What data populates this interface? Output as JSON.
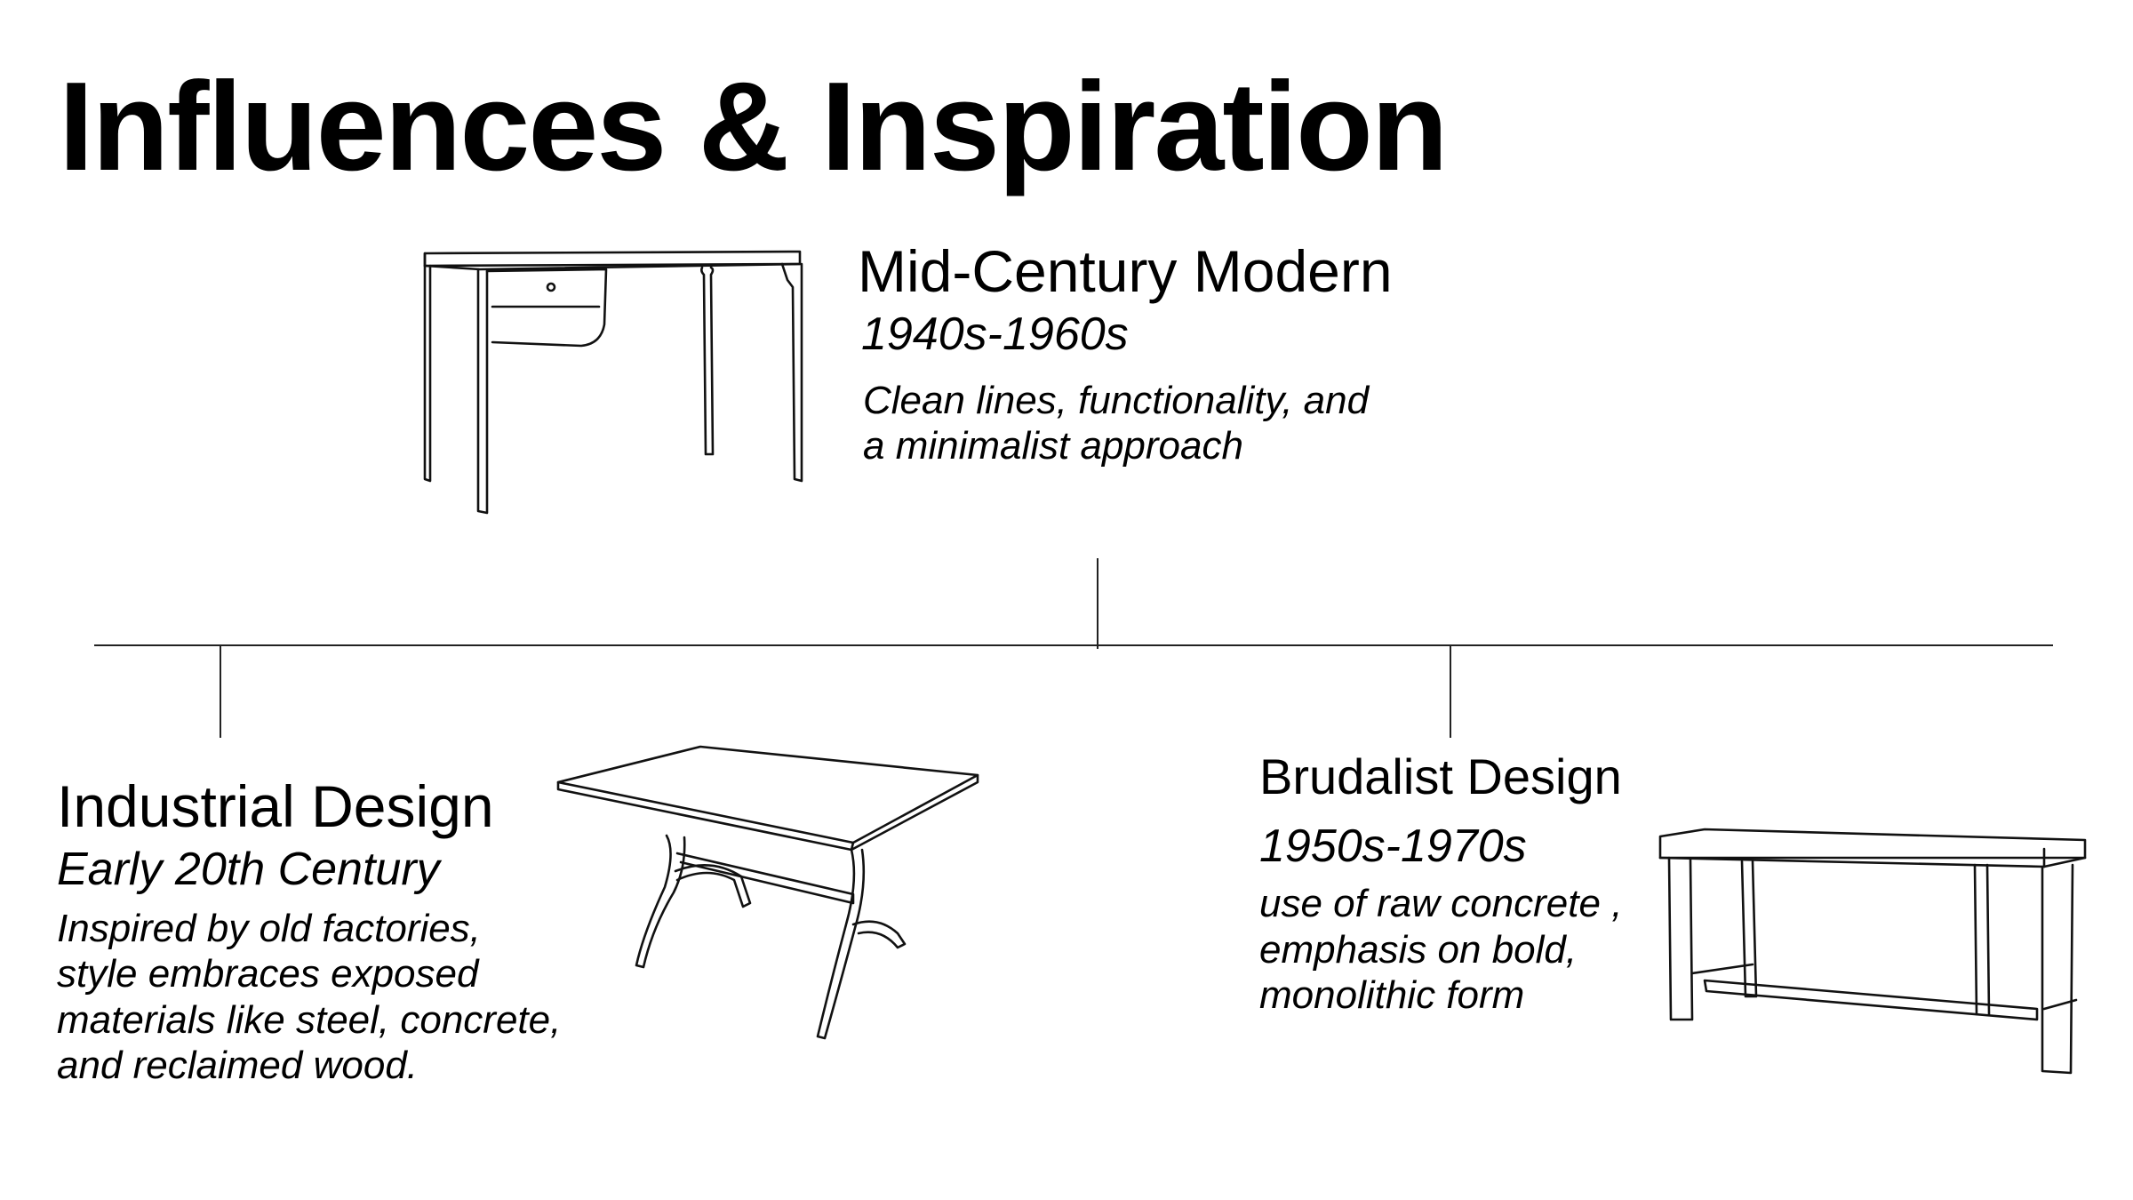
{
  "title": "Influences & Inspiration",
  "colors": {
    "ink": "#000000",
    "line": "#222222",
    "background": "#ffffff"
  },
  "entries": {
    "mid_century": {
      "name": "Mid-Century Modern",
      "era": "1940s-1960s",
      "desc": [
        "Clean lines, functionality, and",
        "a minimalist approach"
      ],
      "icon": "desk-sketch-icon"
    },
    "industrial": {
      "name": "Industrial Design",
      "era": "Early 20th Century",
      "desc": [
        "Inspired by old factories,",
        "style embraces exposed",
        "materials like steel, concrete,",
        "and reclaimed wood."
      ],
      "icon": "trestle-table-sketch-icon"
    },
    "brutalist": {
      "name": "Brudalist Design",
      "era": "1950s-1970s",
      "desc": [
        "use of raw concrete ,",
        "emphasis on bold,",
        "monolithic form"
      ],
      "icon": "block-table-sketch-icon"
    }
  }
}
